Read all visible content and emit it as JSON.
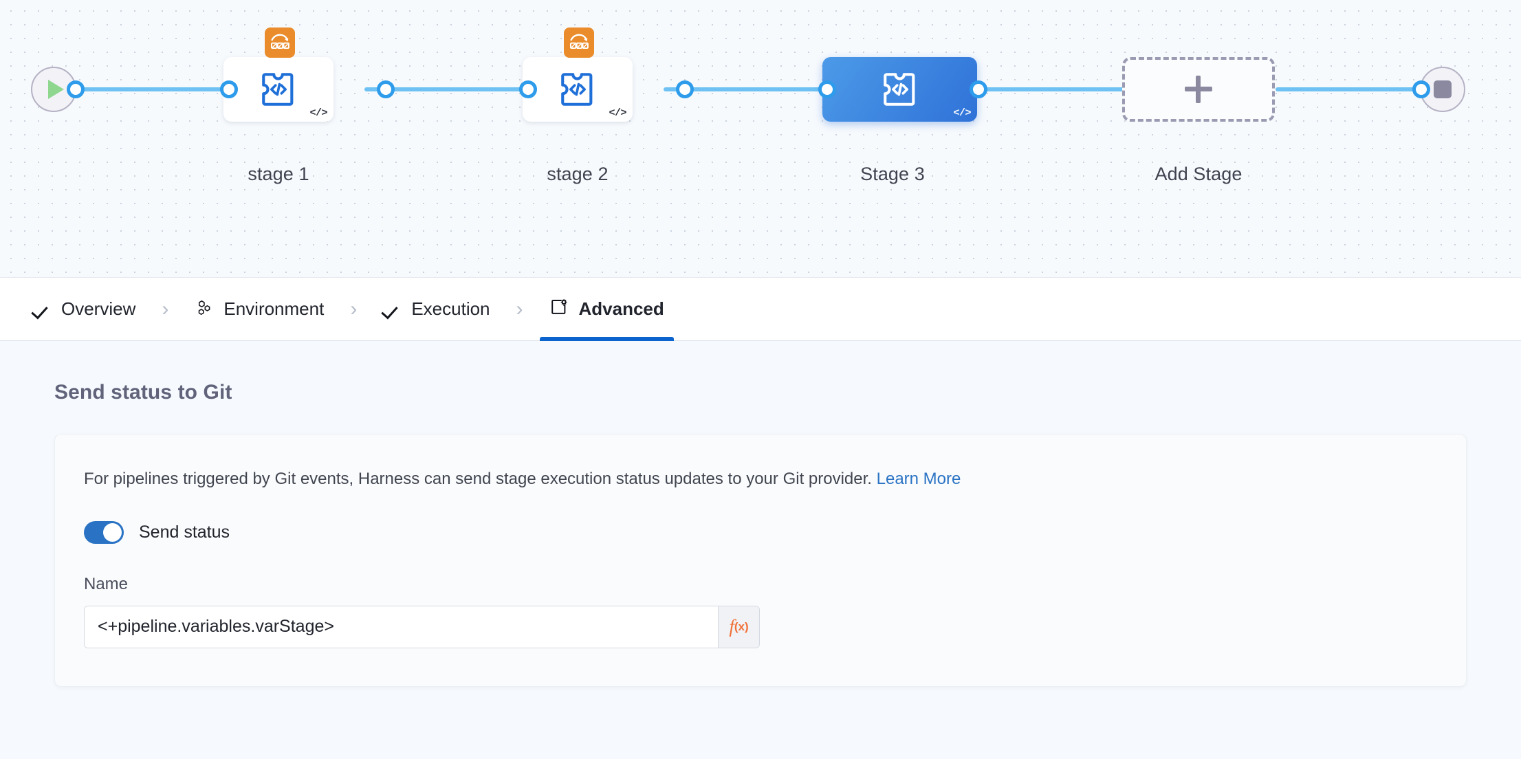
{
  "canvas": {
    "start_node": {
      "name": "pipeline-start",
      "icon": "play-icon"
    },
    "end_node": {
      "name": "pipeline-end",
      "icon": "stop-icon"
    },
    "stages": [
      {
        "label": "stage 1",
        "selected": false,
        "has_matrix_badge": true,
        "badge_icon": "matrix-strategy-icon",
        "type_icon": "custom-stage-icon",
        "code_marker": "</>"
      },
      {
        "label": "stage 2",
        "selected": false,
        "has_matrix_badge": true,
        "badge_icon": "matrix-strategy-icon",
        "type_icon": "custom-stage-icon",
        "code_marker": "</>"
      },
      {
        "label": "Stage 3",
        "selected": true,
        "has_matrix_badge": false,
        "badge_icon": "",
        "type_icon": "custom-stage-icon",
        "code_marker": "</>"
      }
    ],
    "add_stage": {
      "label": "Add Stage",
      "icon": "plus-icon"
    }
  },
  "tabs": [
    {
      "label": "Overview",
      "icon": "check-icon",
      "active": false
    },
    {
      "label": "Environment",
      "icon": "hexagons-icon",
      "active": false
    },
    {
      "label": "Execution",
      "icon": "check-icon",
      "active": false
    },
    {
      "label": "Advanced",
      "icon": "settings-page-icon",
      "active": true
    }
  ],
  "tab_separator": "›",
  "main": {
    "section_title": "Send status to Git",
    "description": "For pipelines triggered by Git events, Harness can send stage execution status updates to your Git provider.",
    "learn_more": "Learn More",
    "send_status_toggle": {
      "label": "Send status",
      "enabled": true
    },
    "name_field": {
      "label": "Name",
      "value": "<+pipeline.variables.varStage>",
      "placeholder": "Name",
      "expression_button": {
        "glyph": "f",
        "subscript": "(x)",
        "name": "fx-expression-toggle"
      }
    }
  },
  "colors": {
    "accent_blue": "#2a73c4",
    "connector_blue": "#2e9ceb",
    "rail_blue": "#6ec1f2",
    "selected_stage_from": "#4c9ae8",
    "selected_stage_to": "#2f72d8",
    "matrix_orange": "#ea8c2b",
    "fx_orange": "#f07037",
    "canvas_bg": "#f7fafd",
    "page_bg": "#f6fafe",
    "title_gray": "#60637a",
    "start_icon_green": "#8fd68f",
    "end_icon_gray": "#8a89a0"
  }
}
